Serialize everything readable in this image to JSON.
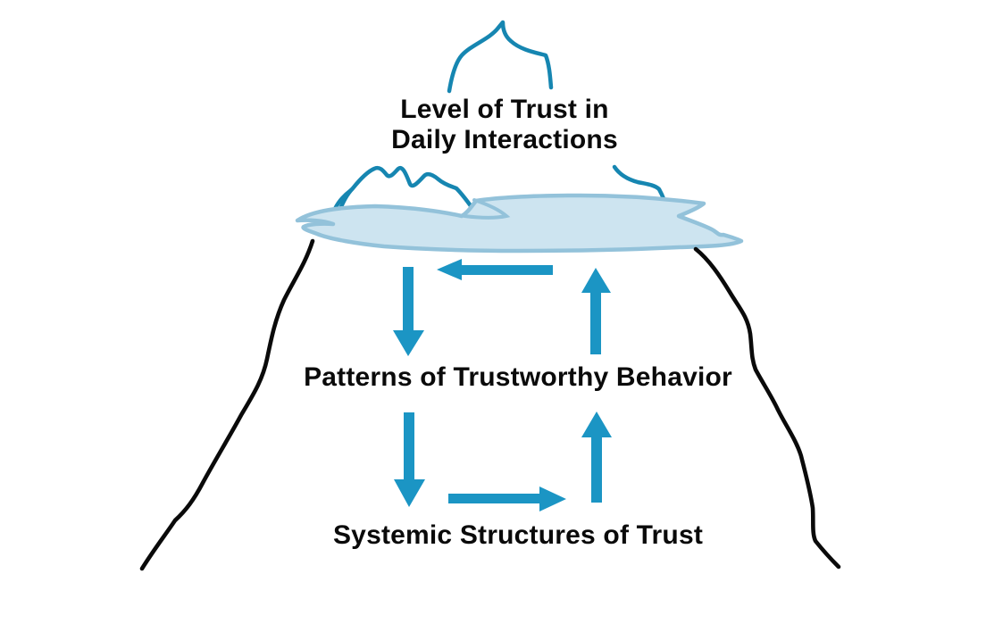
{
  "colors": {
    "background": "#ffffff",
    "arrow_blue": "#1b95c4",
    "iceberg_line_teal": "#1686b1",
    "underwater_line_black": "#0a0a0a",
    "water_fill": "#cde4f0",
    "water_stroke": "#93c2da",
    "text_color": "#0a0a0a"
  },
  "diagram": {
    "type": "iceberg-systems-model",
    "levels": [
      {
        "id": "daily-interactions",
        "label": "Level of Trust in\nDaily Interactions",
        "position": "above-waterline"
      },
      {
        "id": "patterns",
        "label": "Patterns of Trustworthy Behavior",
        "position": "below-waterline"
      },
      {
        "id": "systemic-structures",
        "label": "Systemic Structures of Trust",
        "position": "deep-below-waterline"
      }
    ],
    "arrows": [
      {
        "direction": "left",
        "zone": "upper-horizontal"
      },
      {
        "direction": "down",
        "zone": "waterline-to-patterns"
      },
      {
        "direction": "up",
        "zone": "patterns-to-waterline"
      },
      {
        "direction": "down",
        "zone": "patterns-to-structures"
      },
      {
        "direction": "up",
        "zone": "structures-to-patterns"
      },
      {
        "direction": "right",
        "zone": "lower-horizontal"
      }
    ]
  }
}
